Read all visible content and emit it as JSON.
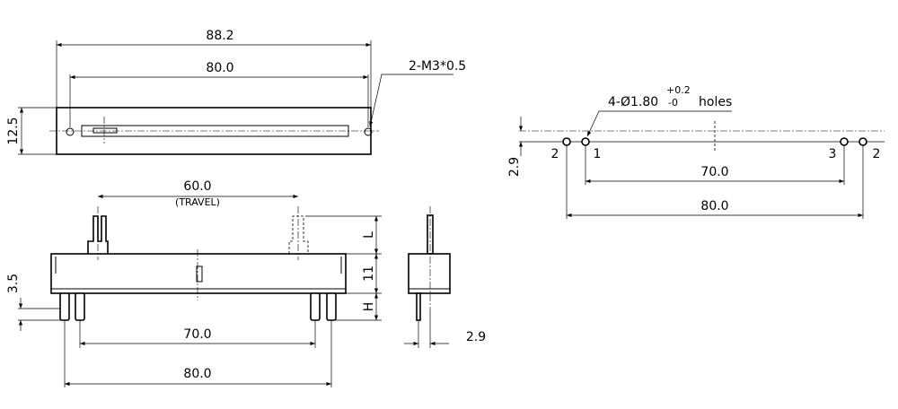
{
  "top_view": {
    "overall_length": "88.2",
    "hole_pitch": "80.0",
    "mount_thread": "2-M3*0.5",
    "height": "12.5"
  },
  "front_view": {
    "travel": "60.0",
    "travel_label": "(TRAVEL)",
    "lever_length": "L",
    "body_height": "11",
    "pin_height": "H",
    "pin_offset": "3.5",
    "inner_pin_pitch": "70.0",
    "outer_pin_pitch": "80.0"
  },
  "side_view": {
    "pin_offset": "2.9"
  },
  "pcb_layout": {
    "hole_spec": "4-Ø1.80",
    "tol_plus": "+0.2",
    "tol_minus": "-0",
    "hole_suffix": "holes",
    "row_offset": "2.9",
    "pin_labels": [
      "2",
      "1",
      "3",
      "2"
    ],
    "inner_pitch": "70.0",
    "outer_pitch": "80.0"
  }
}
